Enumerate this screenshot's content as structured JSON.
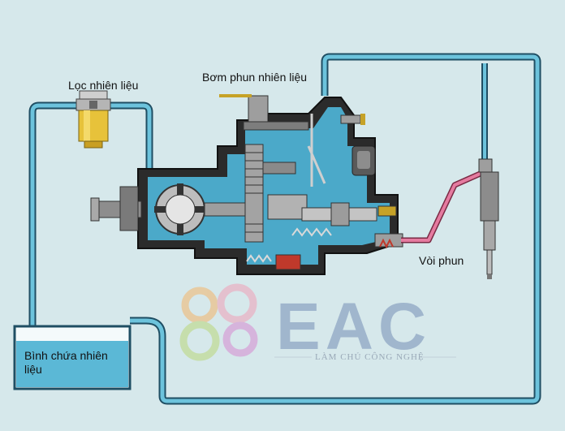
{
  "labels": {
    "fuel_filter": "Lọc nhiên liệu",
    "injection_pump": "Bơm phun nhiên liệu",
    "injector": "Vòi phun",
    "fuel_tank": "Bình chứa nhiên liệu"
  },
  "logo": {
    "text": "EAC",
    "slogan": "LÀM CHỦ CÔNG NGHỆ"
  },
  "colors": {
    "background": "#d6e8eb",
    "fuel_line": "#3b8fb5",
    "fuel_fill": "#6cc3dc",
    "pipe_outline": "#1f4e63",
    "high_pressure_line": "#e57ba0",
    "pump_body": "#2a2a2a",
    "metal": "#9e9e9e",
    "filter_yellow": "#e7c23a"
  }
}
